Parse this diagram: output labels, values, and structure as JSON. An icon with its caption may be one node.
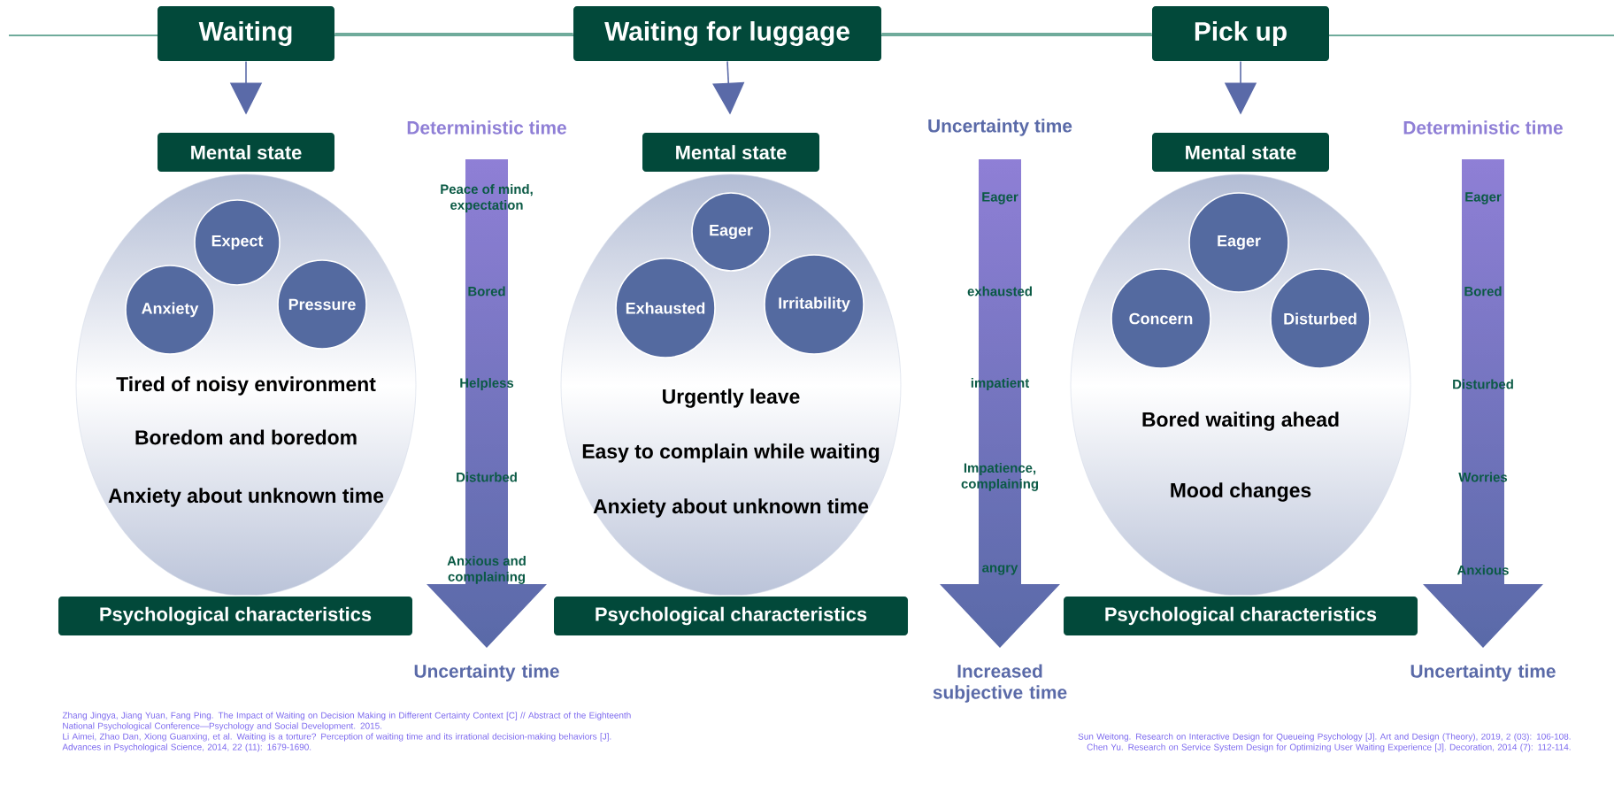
{
  "diagram": {
    "nodes": [
      {
        "text": [
          "Waiting"
        ]
      },
      {
        "text": [
          "Mental state"
        ]
      },
      {
        "text": [
          "Tired of noisy environment",
          "Boredom and boredom",
          "Anxiety about unknown time"
        ]
      },
      {
        "text": [
          "Expect"
        ],
        "in": 2
      },
      {
        "text": [
          "Anxiety"
        ],
        "in": 2
      },
      {
        "text": [
          "Pressure"
        ],
        "in": 2
      },
      {
        "text": [
          "Psychological characteristics"
        ]
      },
      {
        "text": [
          "Peace of mind, expectation",
          "Bored",
          "Helpless",
          "Disturbed",
          "Anxious and complaining"
        ],
        "beside": [
          "Deterministic time",
          "Uncertainty time"
        ]
      },
      {
        "text": [
          "Waiting for luggage"
        ]
      },
      {
        "text": [
          "Mental state"
        ]
      },
      {
        "text": [
          "Urgently leave",
          "Easy to complain while waiting",
          "Anxiety about unknown time"
        ]
      },
      {
        "text": [
          "Eager"
        ],
        "in": 10
      },
      {
        "text": [
          "Exhausted"
        ],
        "in": 10
      },
      {
        "text": [
          "Irritability"
        ],
        "in": 10
      },
      {
        "text": [
          "Psychological characteristics"
        ]
      },
      {
        "text": [
          "Eager",
          "exhausted",
          "impatient",
          "Impatience, complaining",
          "angry"
        ],
        "beside": [
          "Uncertainty time",
          "Increased subjective time"
        ]
      },
      {
        "text": [
          "Pick up"
        ]
      },
      {
        "text": [
          "Mental state"
        ]
      },
      {
        "text": [
          "Bored waiting ahead",
          "Mood changes"
        ]
      },
      {
        "text": [
          "Eager"
        ],
        "in": 18
      },
      {
        "text": [
          "Concern"
        ],
        "in": 18
      },
      {
        "text": [
          "Disturbed"
        ],
        "in": 18
      },
      {
        "text": [
          "Psychological characteristics"
        ]
      },
      {
        "text": [
          "Eager",
          "Bored",
          "Disturbed",
          "Worries",
          "Anxious"
        ],
        "beside": [
          "Deterministic time",
          "Uncertainty time"
        ]
      }
    ],
    "edges": [
      {
        "from": 0,
        "to": 8,
        "arrow": "none"
      },
      {
        "from": 8,
        "to": 16,
        "arrow": "none"
      },
      {
        "from": 0,
        "to": 1,
        "arrow": "to"
      },
      {
        "from": 8,
        "to": 9,
        "arrow": "to"
      },
      {
        "from": 16,
        "to": 17,
        "arrow": "to"
      }
    ],
    "labels": [
      "Zhang Jingya, Jiang Yuan, Fang Ping. The Impact of Waiting on Decision Making in Different Certainty Context [C] // Abstract of the Eighteenth National Psychological Conference—Psychology and Social Development. 2015.",
      "Li Aimei, Zhao Dan, Xiong Guanxing, et al. Waiting is a torture? Perception of waiting time and its irrational decision-making behaviors [J]. Advances in Psychological Science, 2014, 22 (11): 1679-1690.",
      "Sun Weitong. Research on Interactive Design for Queueing Psychology [J]. Art and Design (Theory), 2019, 2 (03): 106-108.",
      "Chen Yu. Research on Service System Design for Optimizing User Waiting Experience [J]. Decoration, 2014 (7): 112-114."
    ]
  }
}
